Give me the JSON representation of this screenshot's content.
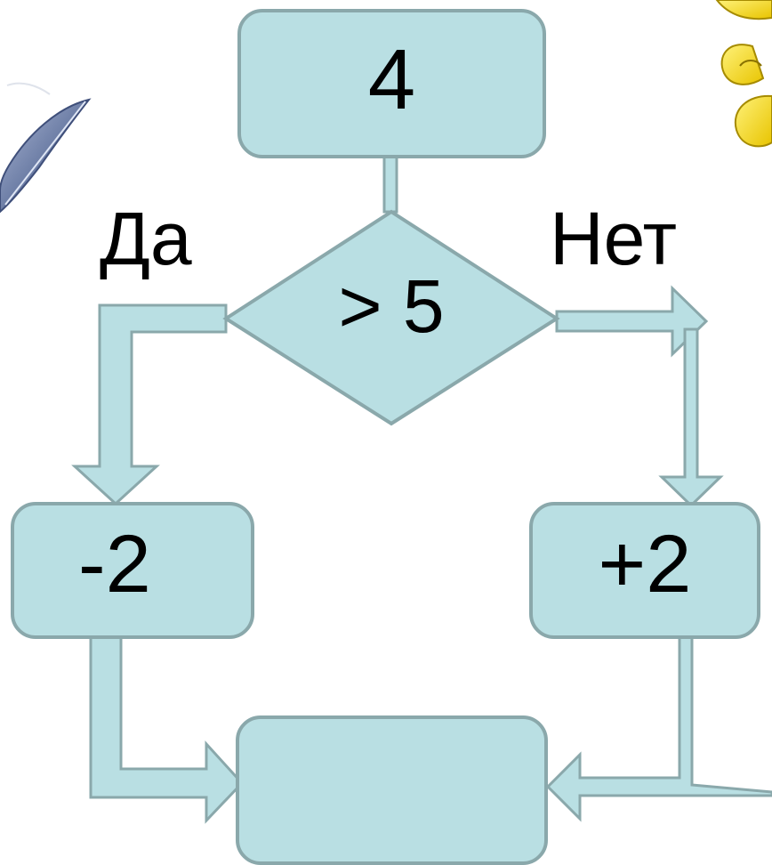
{
  "diagram": {
    "start_value": "4",
    "condition": "> 5",
    "yes_label": "Да",
    "no_label": "Нет",
    "yes_action": "-2",
    "no_action": "+2",
    "result": ""
  },
  "colors": {
    "box_fill": "#b9dfe3",
    "box_stroke": "#8aa8ab",
    "arrow_fill": "#b9dfe3",
    "arrow_stroke": "#8aa8ab",
    "feather": "#6f7fa5",
    "flower": "#f6dc12"
  },
  "icons": {
    "feather": "feather-quill-icon",
    "flower": "yellow-flower-icon"
  }
}
